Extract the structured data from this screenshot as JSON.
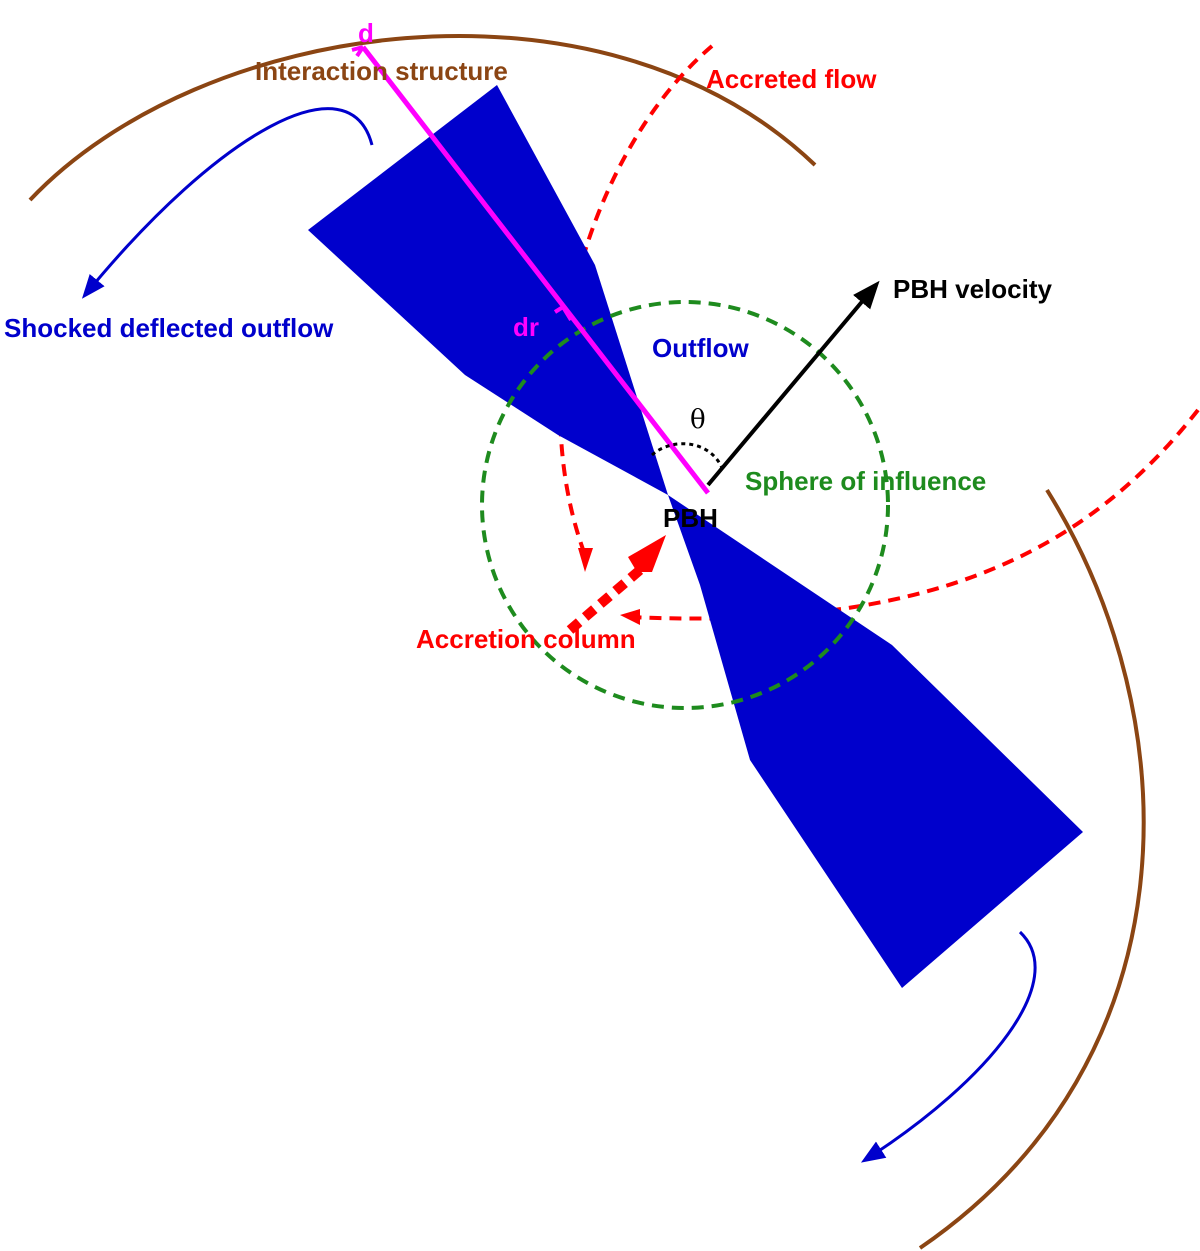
{
  "labels": {
    "interaction_structure": "Interaction structure",
    "accreted_flow": "Accreted flow",
    "pbh_velocity": "PBH velocity",
    "shocked_deflected_outflow": "Shocked deflected outflow",
    "outflow": "Outflow",
    "theta": "θ",
    "sphere_of_influence": "Sphere of influence",
    "pbh": "PBH",
    "accretion_column": "Accretion column",
    "d": "d",
    "dr": "dr"
  },
  "colors": {
    "interaction_structure": "#8B4513",
    "accreted_flow": "#FF0000",
    "outflow": "#0000CC",
    "sphere_of_influence": "#1E8B1E",
    "velocity": "#000000",
    "distance_marker": "#FF00FF"
  }
}
